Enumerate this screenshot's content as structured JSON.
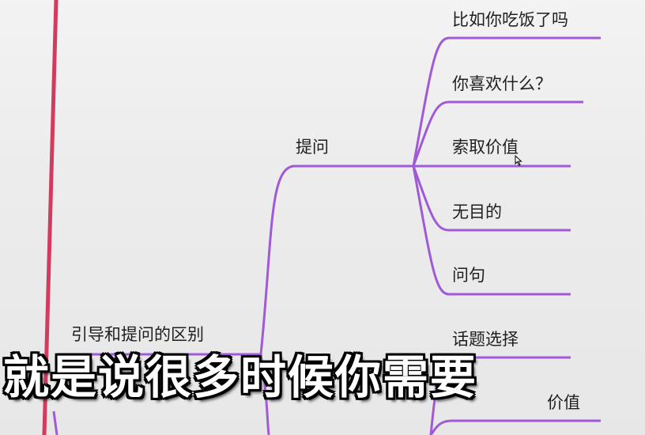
{
  "mindmap": {
    "branch_color": "#a05ad8",
    "spine_color": "#d23a5e",
    "root": {
      "label": "引导和提问的区别"
    },
    "node": {
      "label": "提问"
    },
    "leaves": [
      {
        "label": "比如你吃饭了吗"
      },
      {
        "label": "你喜欢什么？"
      },
      {
        "label": "索取价值"
      },
      {
        "label": "无目的"
      },
      {
        "label": "问句"
      }
    ],
    "second_group": [
      {
        "label": "话题选择"
      },
      {
        "label": "价值",
        "partially_hidden": true
      }
    ]
  },
  "subtitle": "就是说很多时候你需要"
}
